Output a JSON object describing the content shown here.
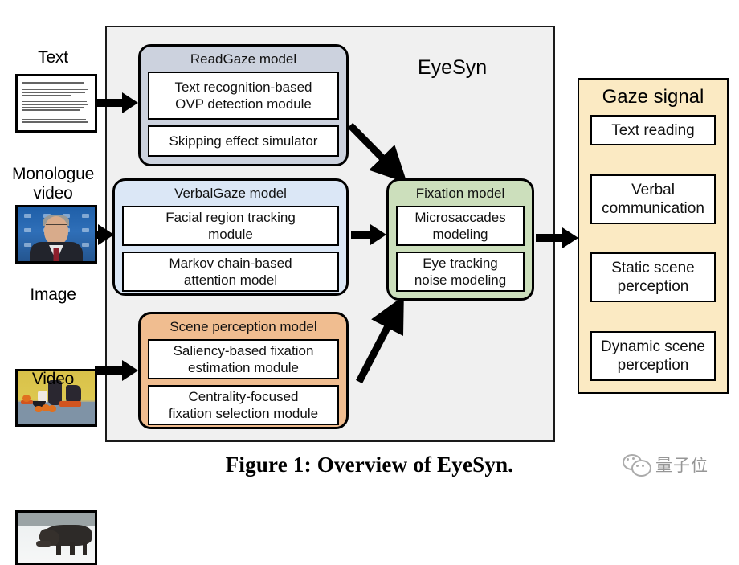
{
  "figure": {
    "caption": "Figure 1: Overview of EyeSyn.",
    "system_label": "EyeSyn"
  },
  "inputs": [
    {
      "label": "Text",
      "thumbnail": "text-document-thumbnail"
    },
    {
      "label": "Monologue\nvideo",
      "label_line1": "Monologue",
      "label_line2": "video",
      "thumbnail": "monologue-video-thumbnail"
    },
    {
      "label": "Image",
      "thumbnail": "still-life-painting-thumbnail"
    },
    {
      "label": "Video",
      "thumbnail": "wolf-video-thumbnail"
    }
  ],
  "modules": {
    "readgaze": {
      "title": "ReadGaze model",
      "color": "#ccd2de",
      "submodules": [
        "Text recognition-based\nOVP detection module",
        "Skipping effect simulator"
      ],
      "sub1_line1": "Text recognition-based",
      "sub1_line2": "OVP detection module",
      "sub2": "Skipping effect simulator"
    },
    "verbalgaze": {
      "title": "VerbalGaze model",
      "color": "#dbe7f6",
      "sub1_line1": "Facial region tracking",
      "sub1_line2": "module",
      "sub2_line1": "Markov chain-based",
      "sub2_line2": "attention model"
    },
    "scene": {
      "title": "Scene perception model",
      "color": "#f0bd90",
      "sub1_line1": "Saliency-based fixation",
      "sub1_line2": "estimation module",
      "sub2_line1": "Centrality-focused",
      "sub2_line2": "fixation selection module"
    },
    "fixation": {
      "title": "Fixation model",
      "color": "#ccdfbc",
      "sub1_line1": "Microsaccades",
      "sub1_line2": "modeling",
      "sub2_line1": "Eye tracking",
      "sub2_line2": "noise modeling"
    }
  },
  "gaze_signal": {
    "title": "Gaze signal",
    "color": "#fbeac3",
    "items": [
      {
        "line1": "Text reading",
        "line2": ""
      },
      {
        "line1": "Verbal",
        "line2": "communication"
      },
      {
        "line1": "Static scene",
        "line2": "perception"
      },
      {
        "line1": "Dynamic scene",
        "line2": "perception"
      }
    ]
  },
  "watermark": {
    "text": "量子位",
    "icon": "speech-bubble-icon"
  },
  "colors": {
    "panel_background": "#f0f0f0",
    "stroke": "#000000",
    "page_background": "#ffffff"
  }
}
